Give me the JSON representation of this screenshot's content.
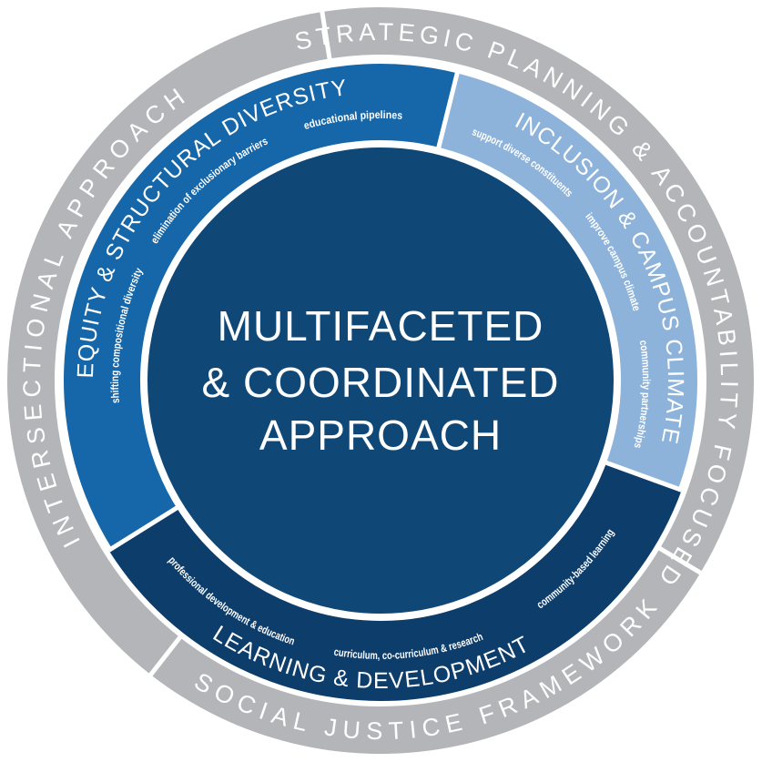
{
  "outer_ring": {
    "left": "INTERSECTIONAL APPROACH",
    "top_right": "STRATEGIC PLANNING & ACCOUNTABILITY FOCUSED",
    "bottom": "SOCIAL JUSTICE FRAMEWORK",
    "color": "#b3b5b8"
  },
  "segments": {
    "equity": {
      "title": "EQUITY & STRUCTURAL DIVERSITY",
      "items": [
        "shifting compositional diversity",
        "elimination of exclusionary barriers",
        "educational pipelines"
      ],
      "color": "#1667a9"
    },
    "inclusion": {
      "title": "INCLUSION & CAMPUS CLIMATE",
      "items": [
        "support diverse constituents",
        "improve campus climate",
        "community partnerships"
      ],
      "color": "#8db3da"
    },
    "learning": {
      "title": "LEARNING & DEVELOPMENT",
      "items": [
        "professional development & education",
        "curriculum, co-curriculum & research",
        "community-based learning"
      ],
      "color": "#0d3d6b"
    }
  },
  "center": {
    "lines": [
      "MULTIFACETED",
      "& COORDINATED",
      "APPROACH"
    ],
    "color": "#0f4777"
  }
}
